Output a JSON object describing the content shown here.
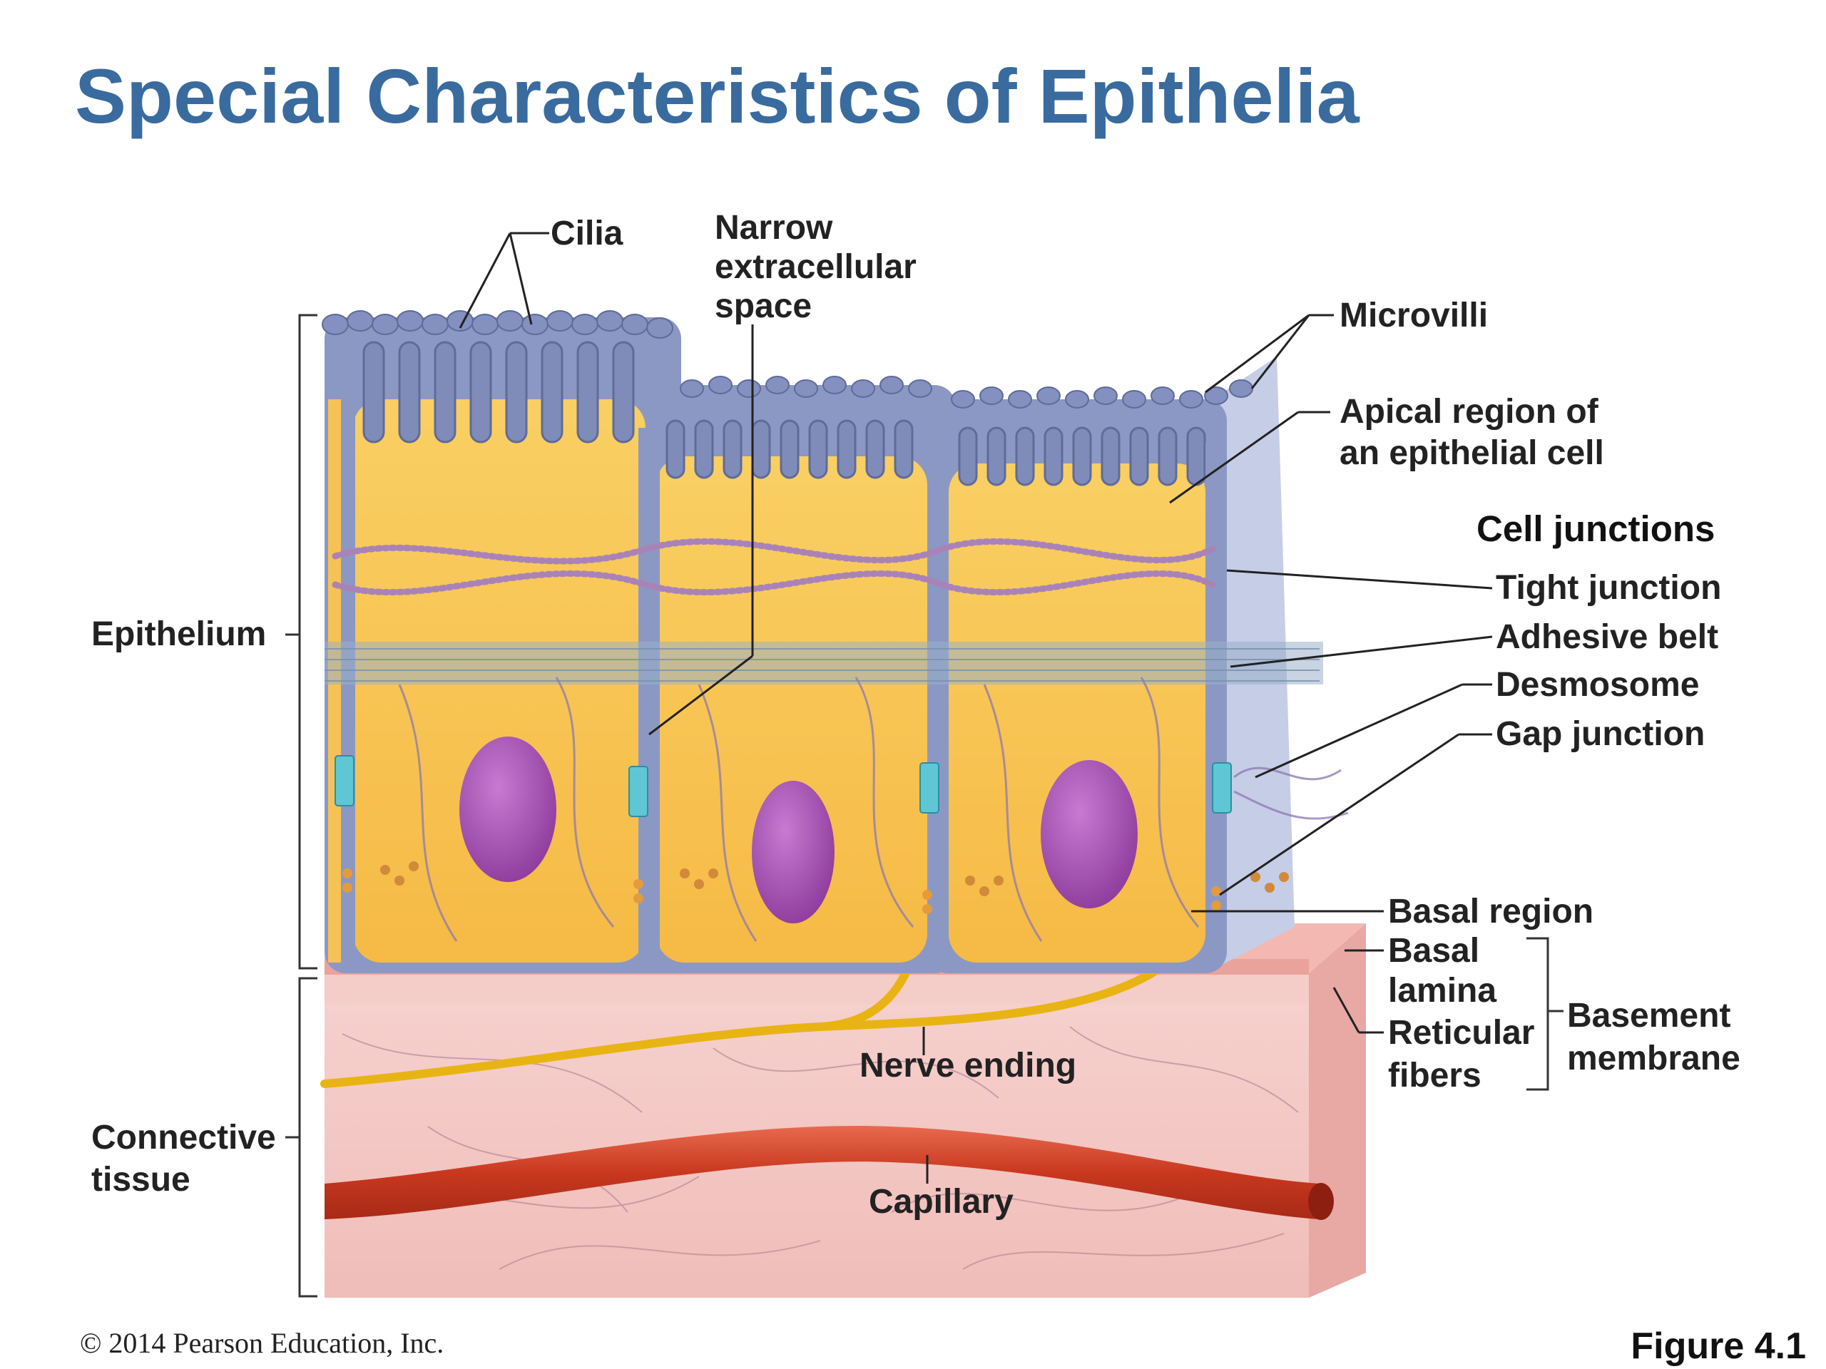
{
  "title": "Special Characteristics of Epithelia",
  "labels": {
    "cilia": "Cilia",
    "narrow_extracellular_space": [
      "Narrow",
      "extracellular",
      "space"
    ],
    "microvilli": "Microvilli",
    "apical_region": [
      "Apical region of",
      "an epithelial cell"
    ],
    "cell_junctions": "Cell junctions",
    "tight_junction": "Tight junction",
    "adhesive_belt": "Adhesive belt",
    "desmosome": "Desmosome",
    "gap_junction": "Gap junction",
    "epithelium": "Epithelium",
    "basal_region": "Basal region",
    "basal_lamina": [
      "Basal",
      "lamina"
    ],
    "reticular_fibers": [
      "Reticular",
      "fibers"
    ],
    "basement_membrane": [
      "Basement",
      "membrane"
    ],
    "nerve_ending": "Nerve ending",
    "connective_tissue": [
      "Connective",
      "tissue"
    ],
    "capillary": "Capillary"
  },
  "footer": {
    "copyright": "© 2014 Pearson Education, Inc.",
    "figure": "Figure 4.1"
  },
  "colors": {
    "title": "#3a6b9e",
    "cytoplasm": "#f7c04a",
    "membrane": "#8593bf",
    "nucleus": "#a24fae",
    "connective": "#f2c3c1",
    "capillary": "#d0442c",
    "nerve": "#f1c21a"
  }
}
